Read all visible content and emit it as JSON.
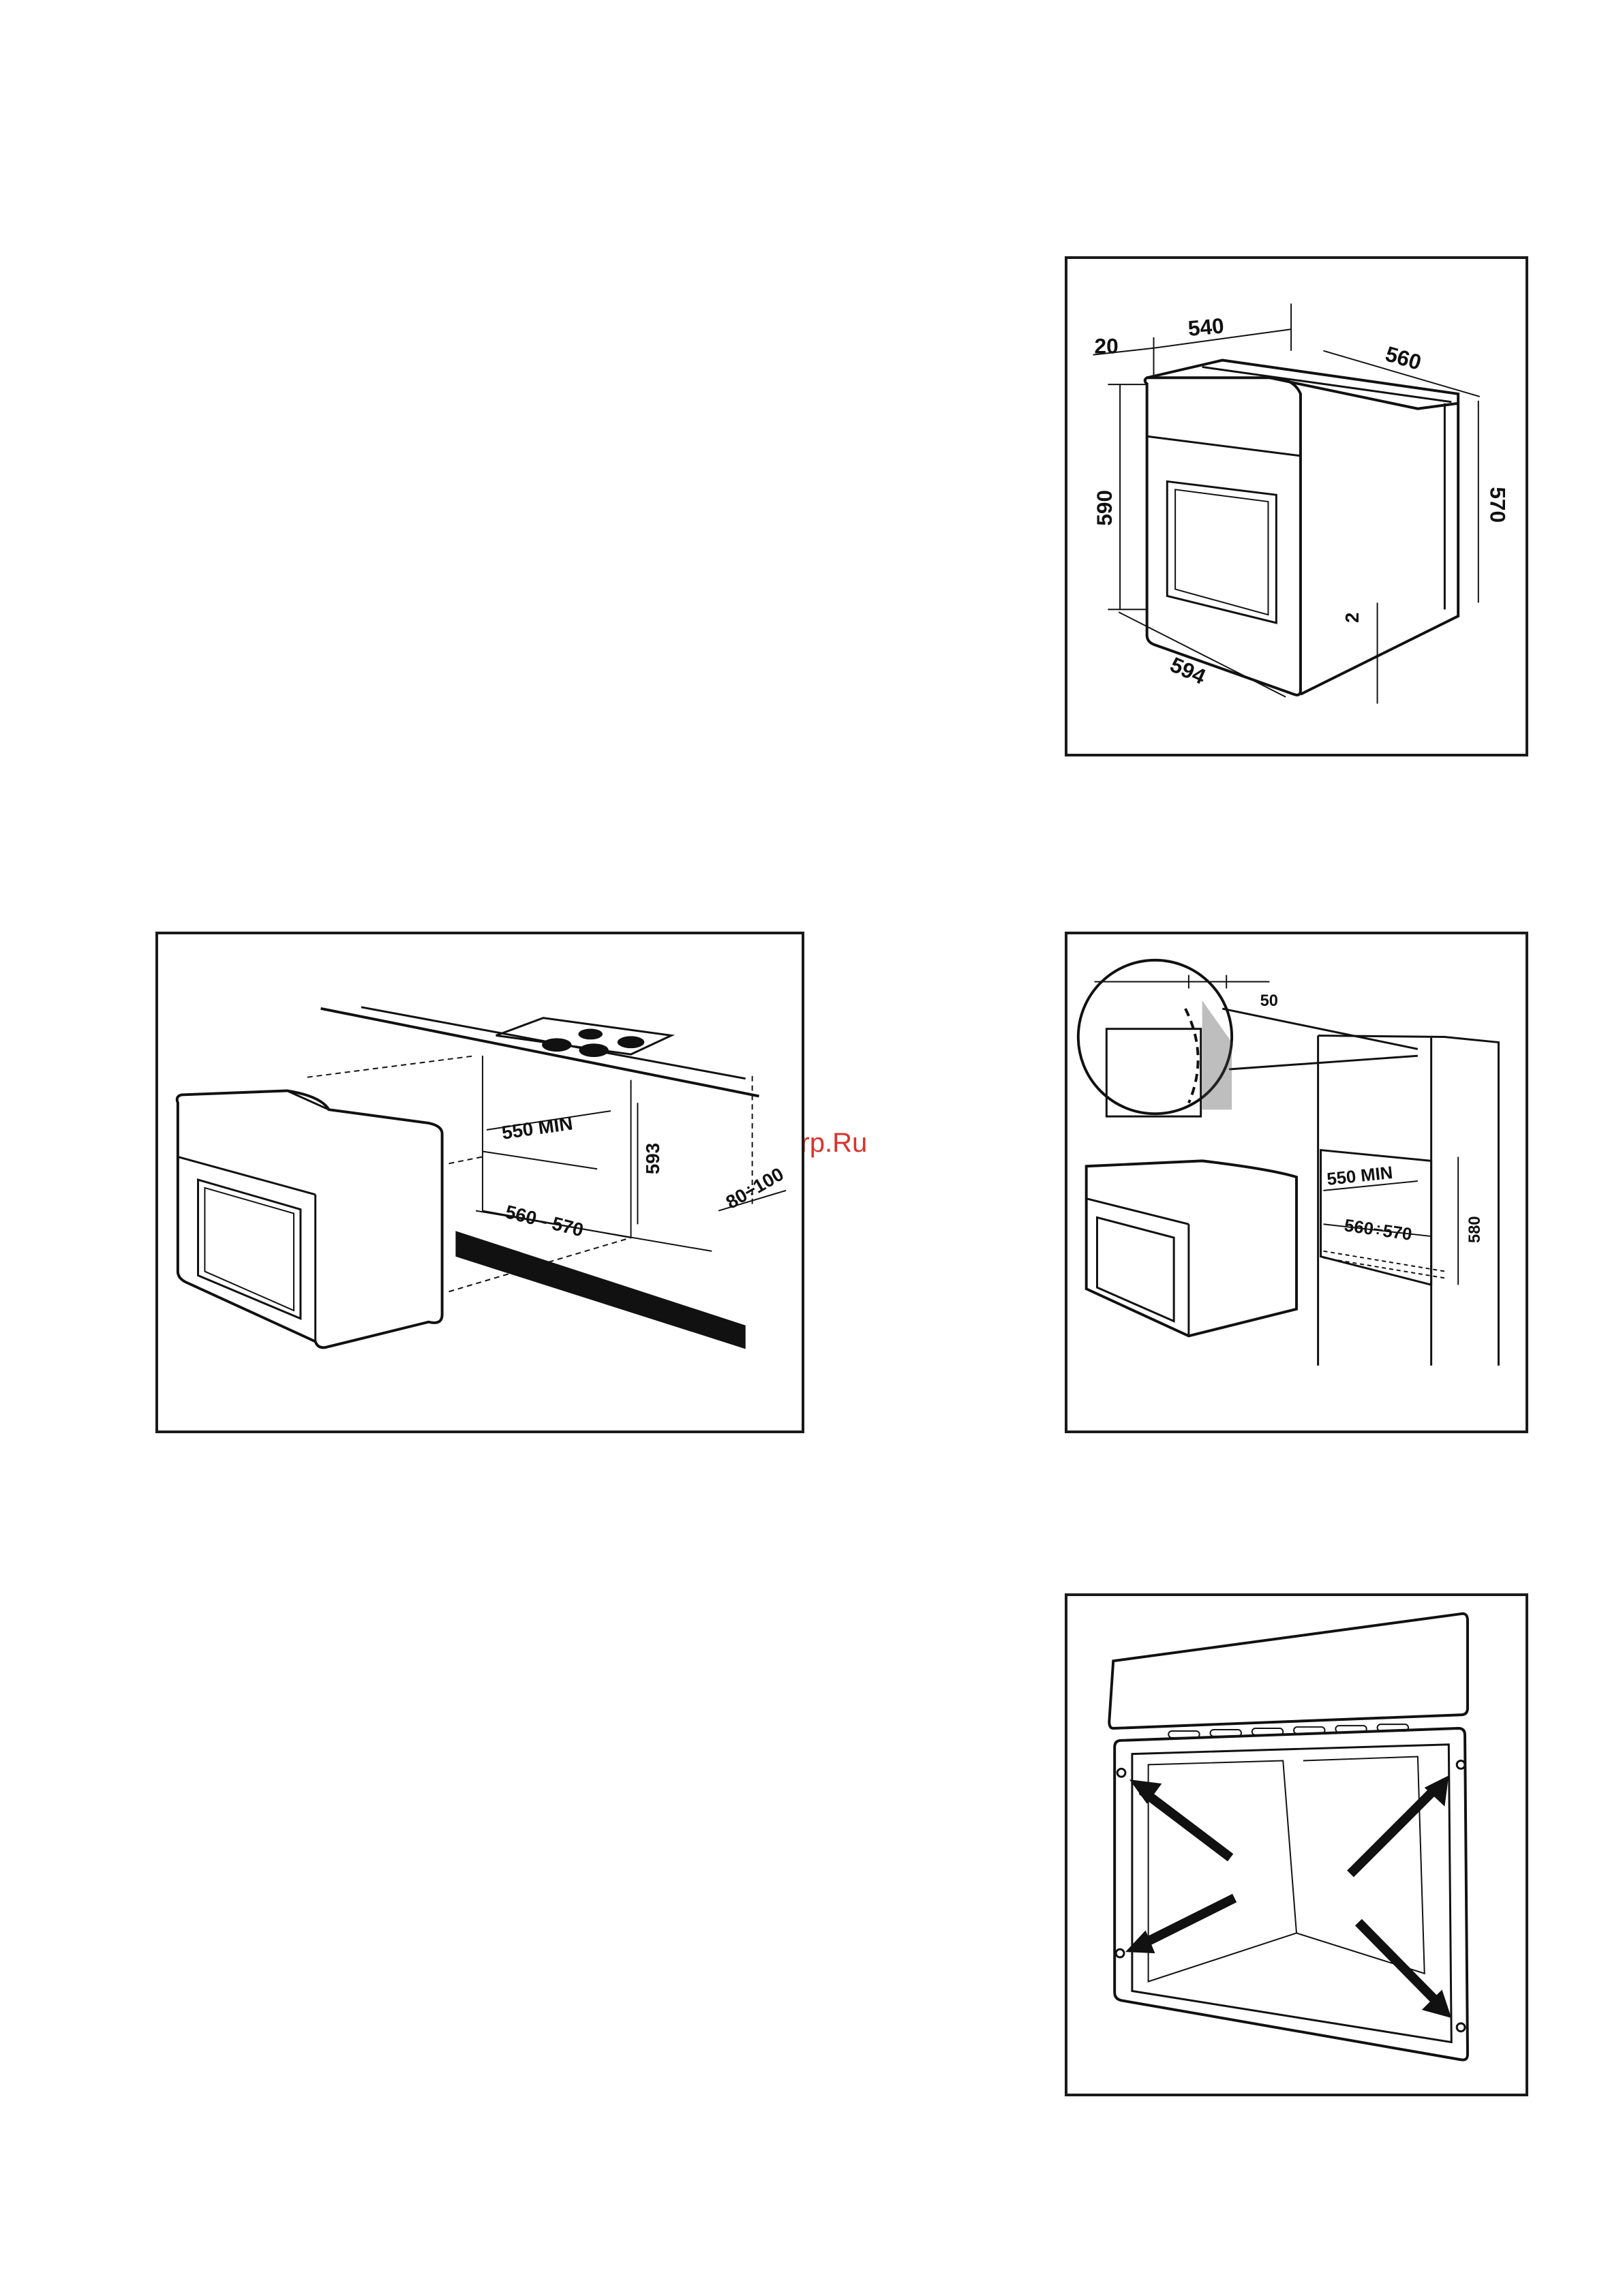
{
  "watermark": "McGrp.Ru",
  "figure_dimensions": {
    "labels": {
      "d20": "20",
      "d540": "540",
      "d560": "560",
      "d590": "590",
      "d570": "570",
      "d2": "2",
      "d594": "594"
    }
  },
  "figure_undercounter": {
    "labels": {
      "d550min": "550 MIN",
      "d593": "593",
      "d80_100": "80÷100",
      "d560_570": "560 - 570"
    }
  },
  "figure_column": {
    "labels": {
      "d50": "50",
      "d550min": "550 MIN",
      "d580": "580",
      "d560_570": "560÷570"
    }
  },
  "figure_fixing": {
    "arrows": 4
  },
  "colors": {
    "line": "#111111",
    "watermark": "#d8342c"
  }
}
